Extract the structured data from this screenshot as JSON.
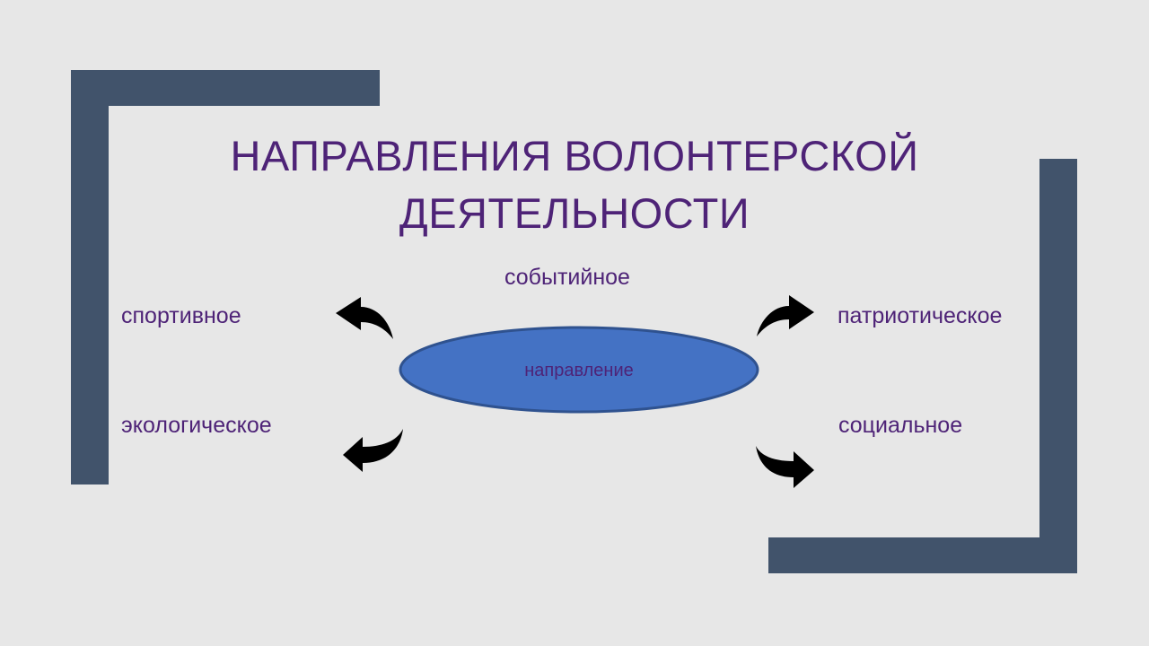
{
  "slide": {
    "title_line1": "Направления волонтерской",
    "title_line2": "деятельности",
    "center": "направление",
    "directions": {
      "top": "событийное",
      "left_top": "спортивное",
      "left_bottom": "экологическое",
      "right_top": "патриотическое",
      "right_bottom": "социальное"
    }
  },
  "colors": {
    "frame": "#41536b",
    "text": "#4e2377",
    "ellipse_fill": "#4472c4",
    "ellipse_stroke": "#2f528f",
    "arrow": "#000000",
    "background": "#e7e7e7"
  }
}
